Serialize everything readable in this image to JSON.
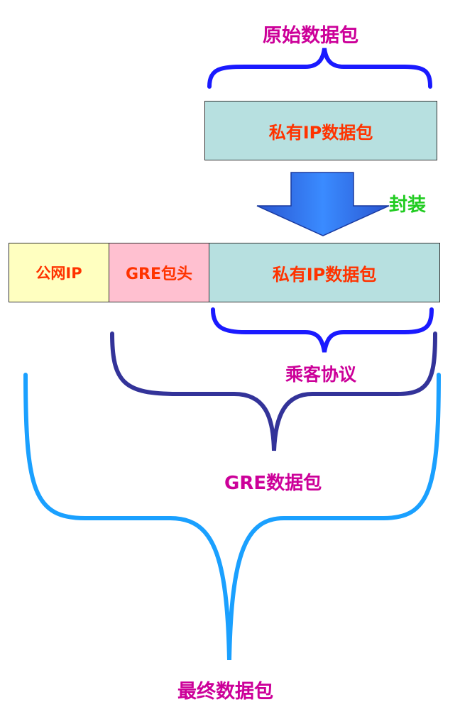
{
  "labels": {
    "original_packet": "原始数据包",
    "encapsulate": "封装",
    "passenger_protocol": "乘客协议",
    "gre_packet": "GRE数据包",
    "final_packet": "最终数据包"
  },
  "top_packet": {
    "private_ip": "私有IP数据包"
  },
  "bottom_packet": {
    "public_ip": "公网IP",
    "gre_header": "GRE包头",
    "private_ip": "私有IP数据包"
  },
  "colors": {
    "label_magenta": "#cc0099",
    "label_green": "#22cc22",
    "box_text": "#ff3300",
    "box_private": "#b7e0e0",
    "box_public": "#ffffc0",
    "box_gre": "#ffc0d0",
    "bracket_blue": "#1a1aff",
    "bracket_navy": "#333399",
    "bracket_sky": "#1aa0ff",
    "arrow_blue": "#1f5fe0"
  }
}
